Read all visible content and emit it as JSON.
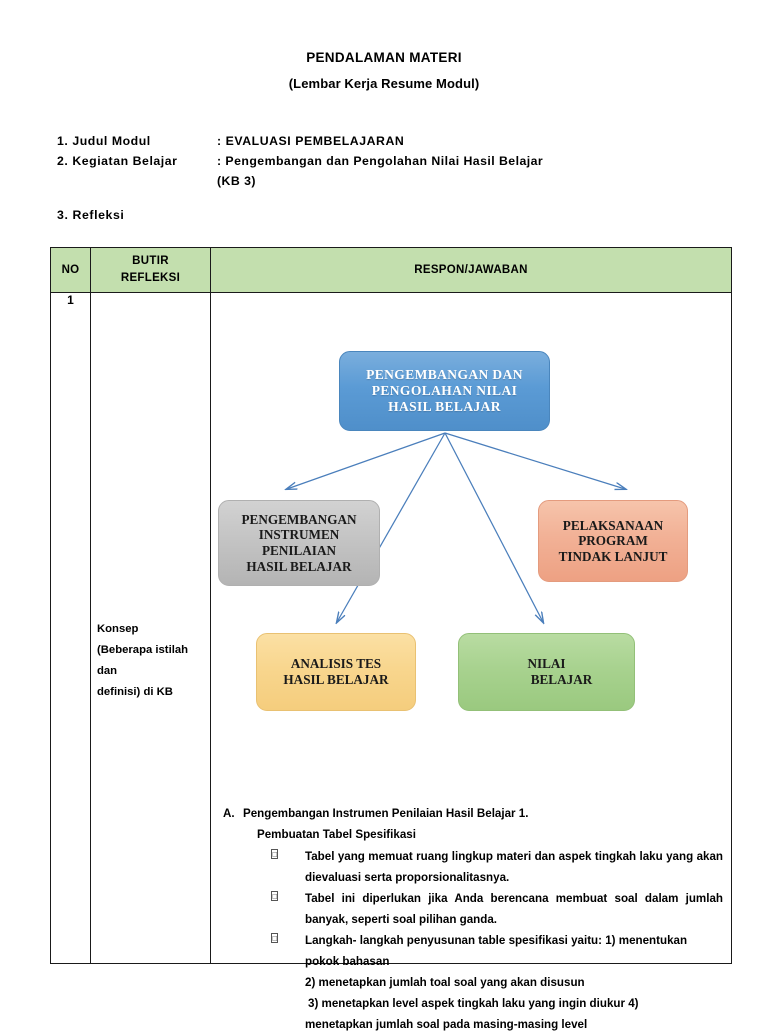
{
  "document": {
    "title": "PENDALAMAN MATERI",
    "subtitle": "(Lembar Kerja Resume Modul)"
  },
  "meta": {
    "rows": [
      {
        "no": "1.",
        "label": "1. Judul Modul",
        "value": ": EVALUASI PEMBELAJARAN"
      },
      {
        "no": "2.",
        "label": "2. Kegiatan Belajar",
        "value": ": Pengembangan dan Pengolahan Nilai Hasil Belajar\n  (KB 3)"
      }
    ],
    "reflection_heading": "3. Refleksi"
  },
  "table": {
    "headers": {
      "no": "NO",
      "butir_line1": "BUTIR",
      "butir_line2": "REFLEKSI",
      "respon": "RESPON/JAWABAN"
    },
    "row": {
      "no": "1",
      "butir_line1": "Konsep",
      "butir_line2": "(Beberapa istilah",
      "butir_line3": "dan",
      "butir_line4": "definisi) di KB"
    }
  },
  "diagram": {
    "nodes": {
      "top": {
        "name": "pengembangan-dan-pengolahan-nilai-hasil-belajar",
        "line1": "PENGEMBANGAN DAN",
        "line2": "PENGOLAHAN NILAI",
        "line3": "HASIL BELAJAR",
        "color": "#5b9bd5"
      },
      "left": {
        "name": "pengembangan-instrumen-penilaian-hasil-belajar",
        "line1": "PENGEMBANGAN",
        "line2": "INSTRUMEN",
        "line3": "PENILAIAN",
        "line4": "HASIL BELAJAR",
        "color": "#c4c4c4"
      },
      "right": {
        "name": "pelaksanaan-program-tindak-lanjut",
        "line1": "PELAKSANAAN",
        "line2": "PROGRAM",
        "line3": "TINDAK LANJUT",
        "color": "#f2b196"
      },
      "yellow": {
        "name": "analisis-tes-hasil-belajar",
        "line1": "ANALISIS TES",
        "line2": "HASIL BELAJAR",
        "color": "#f8d68e"
      },
      "green": {
        "name": "nilai-belajar",
        "line1": "NILAI",
        "line2": "BELAJAR",
        "color": "#a8d28f"
      }
    },
    "arrow_color": "#4a7ebb"
  },
  "content": {
    "section_a_marker": "A.",
    "section_a_line1": "Pengembangan Instrumen Penilaian Hasil Belajar 1.",
    "section_a_line2": "Pembuatan Tabel Spesifikasi",
    "bullets": [
      {
        "marker": "□",
        "text": "Tabel yang memuat ruang lingkup materi dan aspek tingkah laku yang akan dievaluasi serta proporsionalitasnya."
      },
      {
        "marker": "□",
        "text": "Tabel ini diperlukan jika Anda berencana membuat soal dalam jumlah banyak, seperti soal pilihan ganda."
      },
      {
        "marker": "□",
        "text": "Langkah- langkah penyusunan table spesifikasi yaitu: 1) menentukan pokok bahasan"
      }
    ],
    "continuation": [
      "2) menetapkan jumlah toal soal yang akan disusun",
      " 3) menetapkan level aspek tingkah laku yang  ingin  diukur 4)",
      "menetapkan  jumlah  soal  pada  masing-masing  level"
    ]
  },
  "colors": {
    "table_header_green": "#c3dfae",
    "border": "#1a1a1a"
  }
}
